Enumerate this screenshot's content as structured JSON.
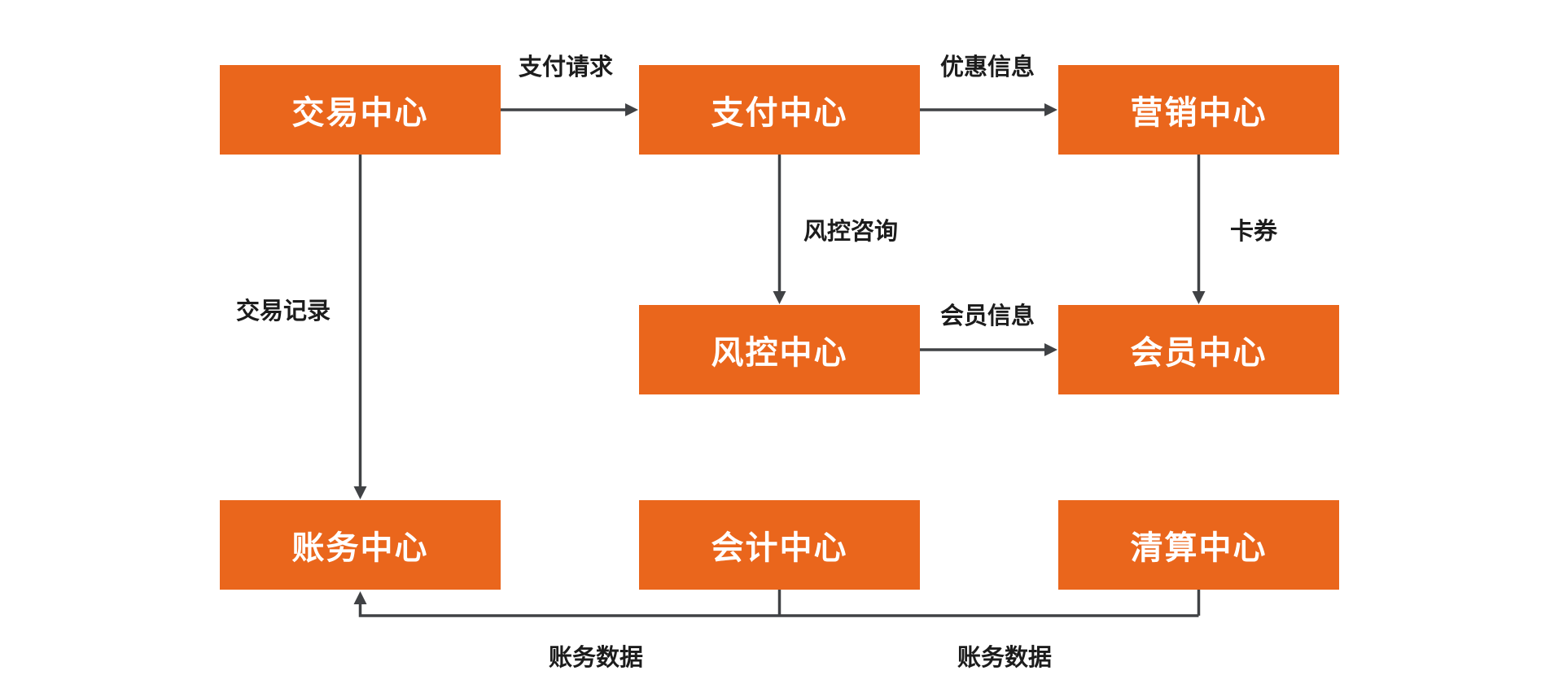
{
  "diagram": {
    "title": "payment-platform-architecture-flow",
    "colors": {
      "node_fill": "#EA661C",
      "node_text": "#FFFFFF",
      "connector": "#404245",
      "edge_label_text": "#1C1C1C",
      "background": "#FFFFFF"
    },
    "nodes": [
      {
        "id": "trade",
        "label": "交易中心"
      },
      {
        "id": "payment",
        "label": "支付中心"
      },
      {
        "id": "marketing",
        "label": "营销中心"
      },
      {
        "id": "risk",
        "label": "风控中心"
      },
      {
        "id": "member",
        "label": "会员中心"
      },
      {
        "id": "billing",
        "label": "账务中心"
      },
      {
        "id": "accounting",
        "label": "会计中心"
      },
      {
        "id": "clearing",
        "label": "清算中心"
      }
    ],
    "edges": [
      {
        "from": "trade",
        "to": "payment",
        "label": "支付请求"
      },
      {
        "from": "payment",
        "to": "marketing",
        "label": "优惠信息"
      },
      {
        "from": "payment",
        "to": "risk",
        "label": "风控咨询"
      },
      {
        "from": "marketing",
        "to": "member",
        "label": "卡券"
      },
      {
        "from": "risk",
        "to": "member",
        "label": "会员信息"
      },
      {
        "from": "trade",
        "to": "billing",
        "label": "交易记录"
      },
      {
        "from": "accounting",
        "to": "billing",
        "label": "账务数据"
      },
      {
        "from": "clearing",
        "to": "billing",
        "label": "账务数据"
      }
    ]
  }
}
